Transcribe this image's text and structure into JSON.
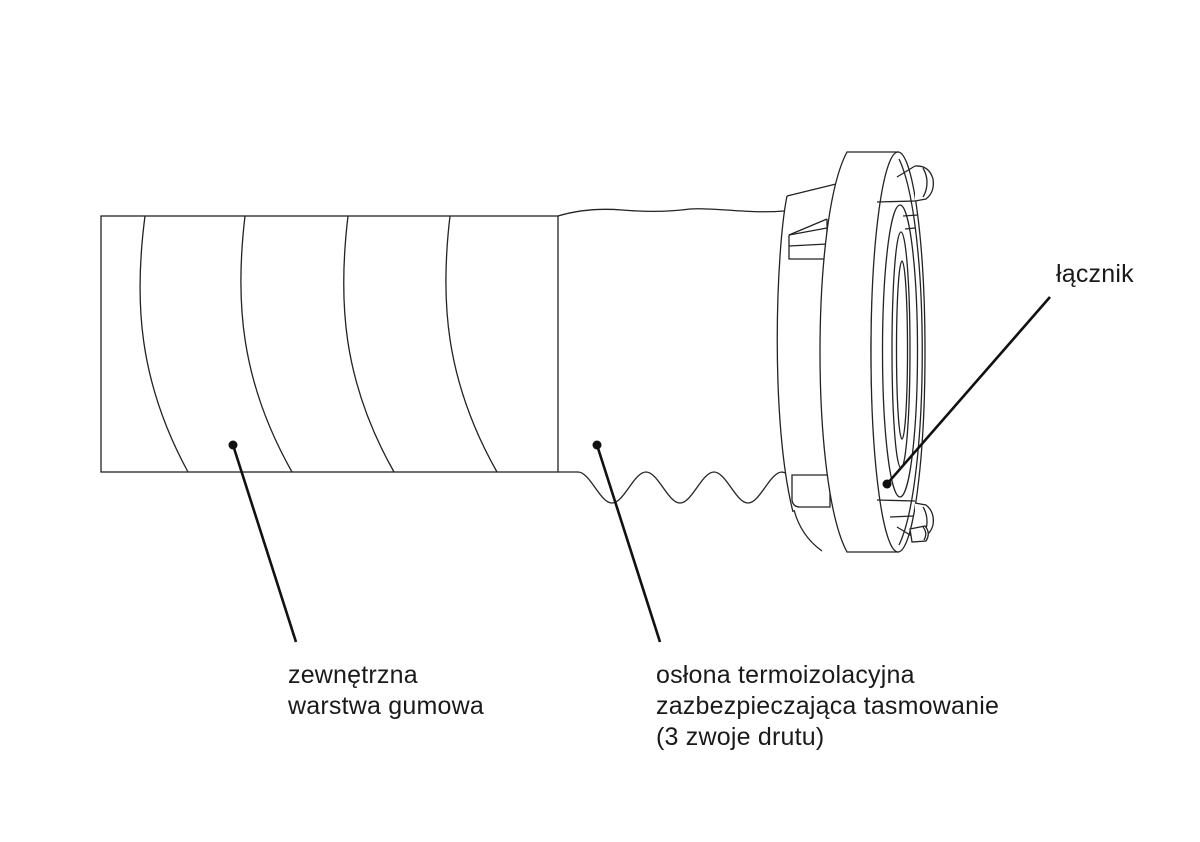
{
  "diagram": {
    "background_color": "#ffffff",
    "line_color": "#232323",
    "leader_color": "#111111",
    "text_color": "#1a1a1a",
    "labels": {
      "connector": {
        "text": "łącznik"
      },
      "outer_rubber_layer": {
        "lines": [
          "zewnętrzna",
          "warstwa gumowa"
        ]
      },
      "thermal_cover": {
        "lines": [
          "osłona termoizolacyjna",
          "zazbezpieczająca tasmowanie",
          "(3 zwoje drutu)"
        ]
      }
    }
  }
}
